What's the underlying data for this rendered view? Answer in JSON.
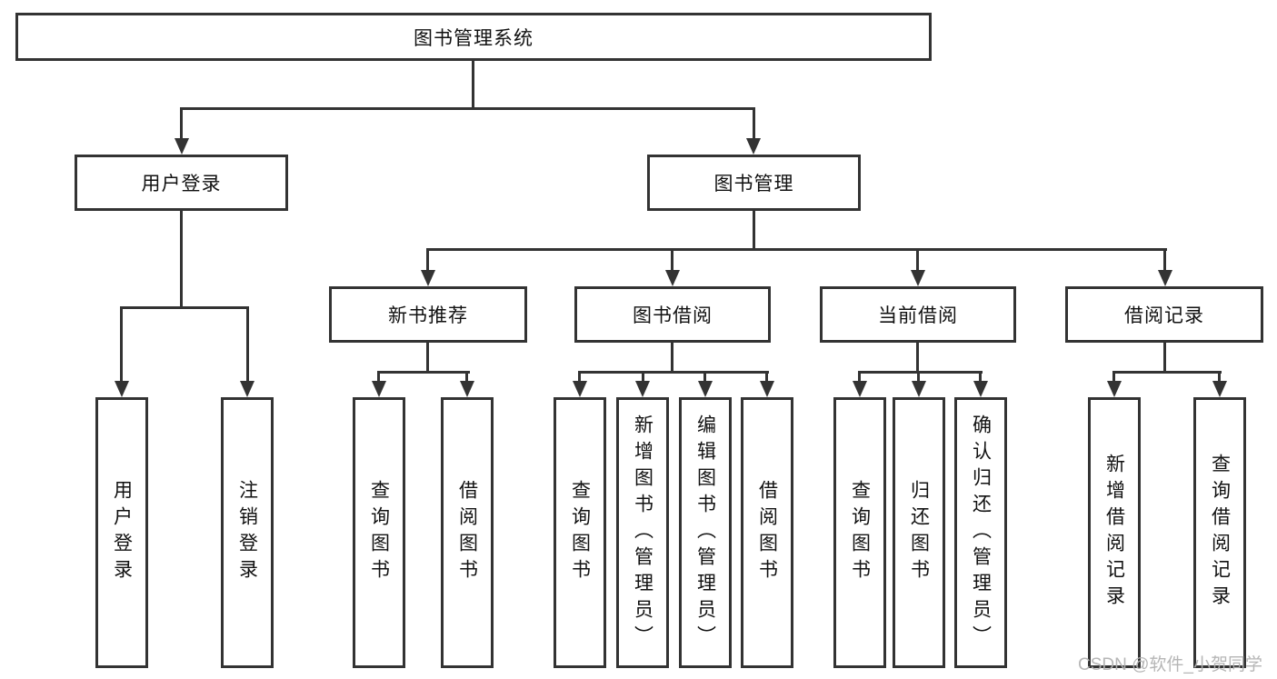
{
  "diagram_title": "图书管理系统",
  "nodes": {
    "root": "图书管理系统",
    "user_login": "用户登录",
    "book_mgmt": "图书管理",
    "new_book_rec": "新书推荐",
    "book_borrow": "图书借阅",
    "current_borrow": "当前借阅",
    "borrow_records": "借阅记录"
  },
  "leaves": {
    "user_login": "用户登录",
    "logout": "注销登录",
    "rec_query_books": "查询图书",
    "rec_borrow_books": "借阅图书",
    "bb_query_books": "查询图书",
    "bb_add_books": "新增图书（管理员）",
    "bb_edit_books": "编辑图书（管理员）",
    "bb_borrow_books": "借阅图书",
    "cb_query_books": "查询图书",
    "cb_return_books": "归还图书",
    "cb_confirm_return": "确认归还（管理员）",
    "br_add_record": "新增借阅记录",
    "br_query_record": "查询借阅记录"
  },
  "hierarchy": {
    "图书管理系统": {
      "用户登录": [
        "用户登录",
        "注销登录"
      ],
      "图书管理": {
        "新书推荐": [
          "查询图书",
          "借阅图书"
        ],
        "图书借阅": [
          "查询图书",
          "新增图书（管理员）",
          "编辑图书（管理员）",
          "借阅图书"
        ],
        "当前借阅": [
          "查询图书",
          "归还图书",
          "确认归还（管理员）"
        ],
        "借阅记录": [
          "新增借阅记录",
          "查询借阅记录"
        ]
      }
    }
  },
  "colors": {
    "line": "#333333",
    "text": "#111111",
    "background": "#ffffff",
    "watermark": "#b2b2b2"
  },
  "watermark": "CSDN @软件_小贺同学"
}
